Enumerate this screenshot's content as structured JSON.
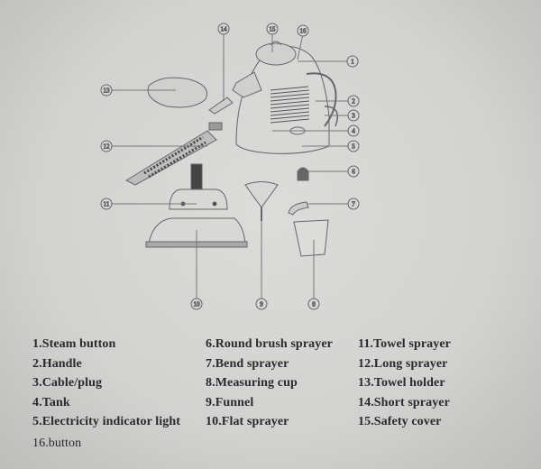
{
  "callouts": [
    "1",
    "2",
    "3",
    "4",
    "5",
    "6",
    "7",
    "8",
    "9",
    "10",
    "11",
    "12",
    "13",
    "14",
    "15",
    "16"
  ],
  "legend": [
    "1.Steam button",
    "2.Handle",
    "3.Cable/plug",
    "4.Tank",
    "5.Electricity indicator light",
    "6.Round brush sprayer",
    "7.Bend sprayer",
    "8.Measuring cup",
    "9.Funnel",
    "10.Flat sprayer",
    "11.Towel sprayer",
    "12.Long sprayer",
    "13.Towel holder",
    "14.Short sprayer",
    "15.Safety cover",
    "16.button"
  ]
}
